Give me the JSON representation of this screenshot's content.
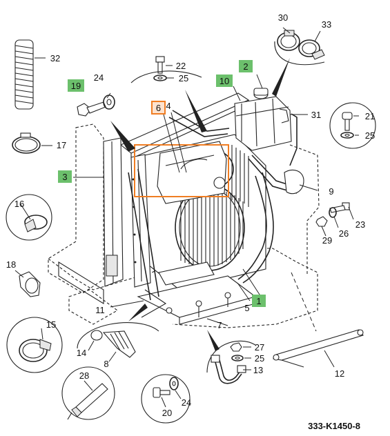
{
  "figure_code": "333-K1450-8",
  "colors": {
    "callout_green": "#6cc06c",
    "callout_orange": "#f07d22",
    "highlight_box": "#f07d22"
  },
  "callouts": {
    "c1": "1",
    "c2": "2",
    "c3": "3",
    "c4": "4",
    "c5": "5",
    "c6": "6",
    "c7": "7",
    "c8": "8",
    "c9": "9",
    "c10": "10",
    "c11": "11",
    "c12": "12",
    "c13": "13",
    "c14": "14",
    "c15": "15",
    "c16": "16",
    "c17": "17",
    "c18": "18",
    "c19": "19",
    "c20": "20",
    "c21": "21",
    "c22": "22",
    "c23": "23",
    "c24a": "24",
    "c24b": "24",
    "c25a": "25",
    "c25b": "25",
    "c25c": "25",
    "c26": "26",
    "c27": "27",
    "c28": "28",
    "c29": "29",
    "c30": "30",
    "c31": "31",
    "c32": "32",
    "c33": "33"
  }
}
